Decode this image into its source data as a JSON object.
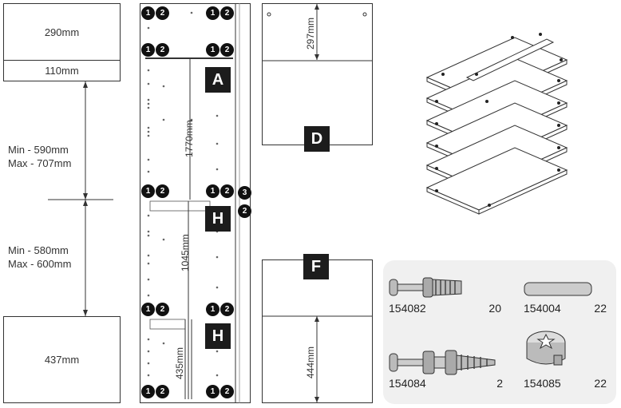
{
  "left_column": {
    "top_box": "290mm",
    "small_box": "110mm",
    "range_upper": {
      "min": "Min - 590mm",
      "max": "Max - 707mm"
    },
    "range_lower": {
      "min": "Min - 580mm",
      "max": "Max - 600mm"
    },
    "bottom_box": "437mm"
  },
  "tall_panel": {
    "letters": [
      "A",
      "H",
      "H"
    ],
    "dims": {
      "d1": "1770mm",
      "d2": "1045mm",
      "d3": "435mm"
    },
    "callouts": [
      "1",
      "2",
      "3"
    ]
  },
  "right_panels": {
    "top": {
      "dim": "297mm",
      "letter": "D"
    },
    "bottom": {
      "dim": "444mm",
      "letter": "F"
    }
  },
  "hardware": [
    {
      "code": "154082",
      "qty": "20"
    },
    {
      "code": "154004",
      "qty": "22"
    },
    {
      "code": "154084",
      "qty": "2"
    },
    {
      "code": "154085",
      "qty": "22"
    }
  ],
  "colors": {
    "ink": "#1c1c1c",
    "panel_bg": "#f0f0f0"
  }
}
